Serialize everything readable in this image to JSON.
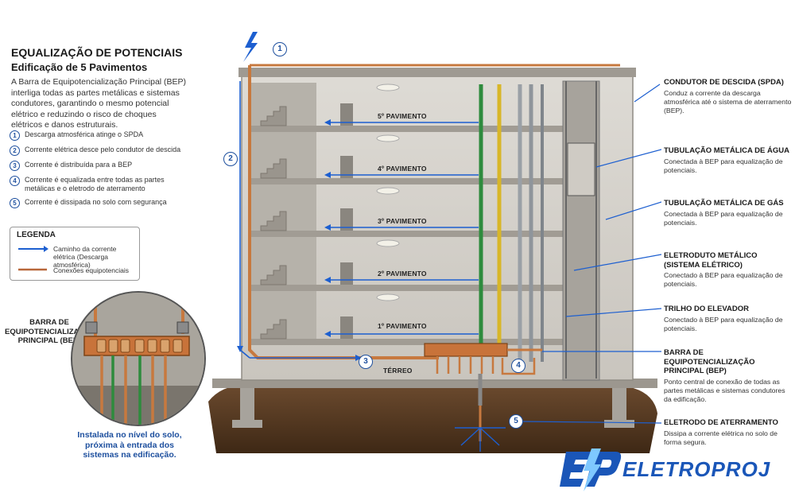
{
  "header": {
    "title": "EQUALIZAÇÃO DE POTENCIAIS",
    "subtitle": "Edificação de 5 Pavimentos",
    "intro": "A Barra de Equipotencialização Principal (BEP) interliga todas as partes metálicas e sistemas condutores, garantindo o mesmo potencial elétrico e reduzindo o risco de choques elétricos e danos estruturais."
  },
  "steps": [
    {
      "n": "1",
      "text": "Descarga atmosférica atinge o SPDA"
    },
    {
      "n": "2",
      "text": "Corrente elétrica desce pelo condutor de descida"
    },
    {
      "n": "3",
      "text": "Corrente é distribuída para a BEP"
    },
    {
      "n": "4",
      "text": "Corrente é equalizada entre todas as partes metálicas e o eletrodo de aterramento"
    },
    {
      "n": "5",
      "text": "Corrente é dissipada no solo com segurança"
    }
  ],
  "legend": {
    "title": "LEGENDA",
    "item1": "Caminho da corrente elétrica (Descarga atmosférica)",
    "item2": "Conexões equipotenciais",
    "current_color": "#1d5fd0",
    "bond_color": "#b8673a"
  },
  "floors": [
    "5º PAVIMENTO",
    "4º PAVIMENTO",
    "3º PAVIMENTO",
    "2º PAVIMENTO",
    "1º PAVIMENTO",
    "TÉRREO"
  ],
  "badges": [
    "1",
    "2",
    "3",
    "4",
    "5"
  ],
  "callouts": [
    {
      "title": "CONDUTOR DE DESCIDA (SPDA)",
      "desc": "Conduz a corrente da descarga atmosférica até o sistema de aterramento (BEP)."
    },
    {
      "title": "TUBULAÇÃO METÁLICA DE ÁGUA",
      "desc": "Conectada à BEP para equalização de potenciais."
    },
    {
      "title": "TUBULAÇÃO METÁLICA DE GÁS",
      "desc": "Conectada à BEP para equalização de potenciais."
    },
    {
      "title": "ELETRODUTO METÁLICO (SISTEMA ELÉTRICO)",
      "desc": "Conectado à BEP para equalização de potenciais."
    },
    {
      "title": "TRILHO DO ELEVADOR",
      "desc": "Conectado à BEP para equalização de potenciais."
    },
    {
      "title": "BARRA DE EQUIPOTENCIALIZAÇÃO PRINCIPAL (BEP)",
      "desc": "Ponto central de conexão de todas as partes metálicas e sistemas condutores da edificação."
    },
    {
      "title": "ELETRODO DE ATERRAMENTO",
      "desc": "Dissipa a corrente elétrica no solo de forma segura."
    }
  ],
  "bep_detail": {
    "label": "BARRA DE EQUIPOTENCIALIZAÇÃO PRINCIPAL (BEP)",
    "note": "Instalada no nível do solo, próxima à entrada dos sistemas na edificação."
  },
  "brand": {
    "name": "ELETROPROJ",
    "color": "#1a56b8"
  }
}
